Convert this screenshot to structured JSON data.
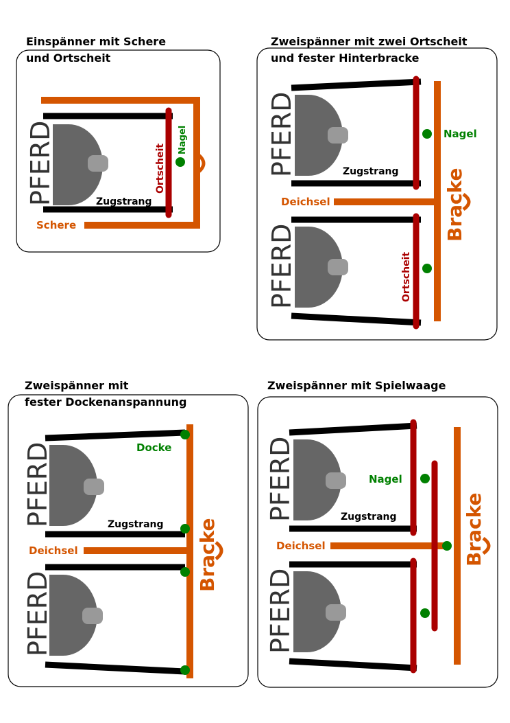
{
  "panels": [
    {
      "title_lines": [
        "Einspänner mit Schere",
        "und Ortscheit"
      ],
      "labels": {
        "pferd": "PFERD",
        "ortscheit": "Ortscheit",
        "nagel": "Nagel",
        "zugstrang": "Zugstrang",
        "schere": "Schere"
      }
    },
    {
      "title_lines": [
        "Zweispänner mit zwei Ortscheit",
        "und fester Hinterbracke"
      ],
      "labels": {
        "pferd": "PFERD",
        "nagel": "Nagel",
        "zugstrang": "Zugstrang",
        "deichsel": "Deichsel",
        "bracke": "Bracke",
        "ortscheit": "Ortscheit"
      }
    },
    {
      "title_lines": [
        "Zweispänner mit",
        "fester Dockenanspannung"
      ],
      "labels": {
        "pferd": "PFERD",
        "docke": "Docke",
        "zugstrang": "Zugstrang",
        "deichsel": "Deichsel",
        "bracke": "Bracke"
      }
    },
    {
      "title_lines": [
        "Zweispänner mit Spielwaage"
      ],
      "labels": {
        "pferd": "PFERD",
        "nagel": "Nagel",
        "zugstrang": "Zugstrang",
        "deichsel": "Deichsel",
        "bracke": "Bracke"
      }
    }
  ],
  "colors": {
    "deichsel_bracke": "#d45500",
    "ortscheit": "#aa0000",
    "nagel": "#008000",
    "zugstrang": "#000000",
    "pferd_body": "#666666",
    "pferd_nose": "#999999"
  }
}
